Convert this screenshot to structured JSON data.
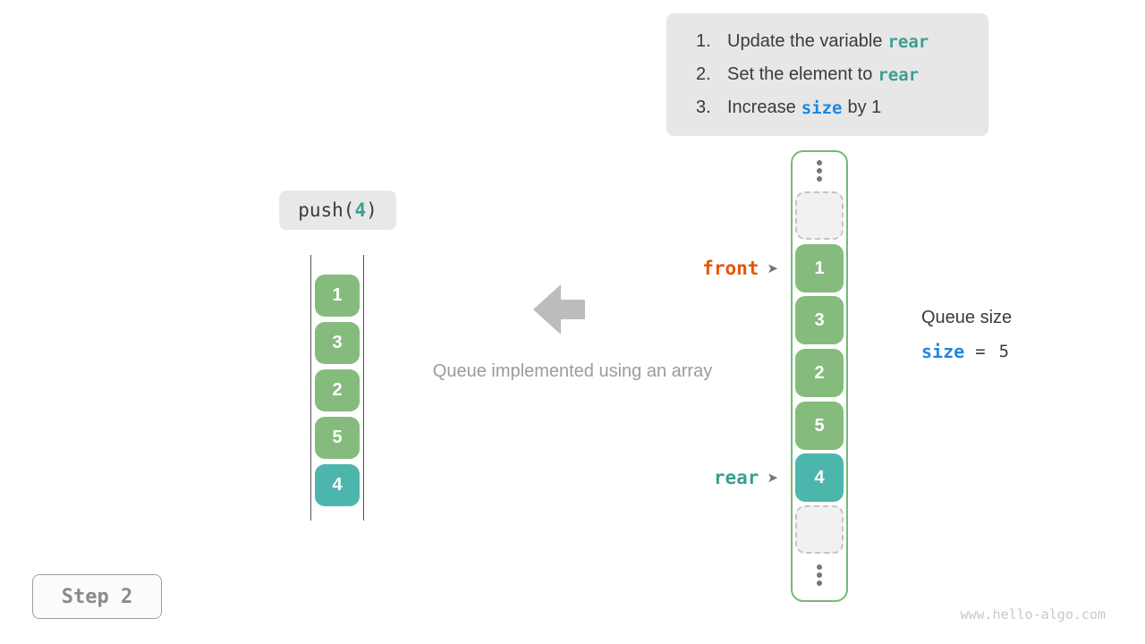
{
  "colors": {
    "box_green": "#85bb7d",
    "box_teal": "#4db6ac",
    "frame_green": "#74bb74",
    "code_teal": "#3b9e93",
    "code_blue": "#1d87e0",
    "front_orange": "#e85409",
    "gray_text": "#9b9b9b",
    "panel_gray": "#e7e7e7"
  },
  "instructions": {
    "items": [
      {
        "num": "1.",
        "pre": "Update the variable",
        "code": "rear",
        "post": ""
      },
      {
        "num": "2.",
        "pre": "Set the element to",
        "code": "rear",
        "post": ""
      },
      {
        "num": "3.",
        "pre": "Increase",
        "code": "size",
        "post": "by 1"
      }
    ]
  },
  "push_call": {
    "fn": "push(",
    "arg": "4",
    "close": ")"
  },
  "left_stack": {
    "values": [
      "1",
      "3",
      "2",
      "5",
      "4"
    ]
  },
  "right_array": {
    "values": [
      "1",
      "3",
      "2",
      "5",
      "4"
    ]
  },
  "pointers": {
    "front": {
      "label": "front",
      "arrow": "➤"
    },
    "rear": {
      "label": "rear",
      "arrow": "➤"
    }
  },
  "queue_size": {
    "title": "Queue size",
    "var": "size",
    "equals": "=",
    "value": "5"
  },
  "caption": "Queue implemented using an array",
  "step_badge": "Step 2",
  "watermark": "www.hello-algo.com"
}
